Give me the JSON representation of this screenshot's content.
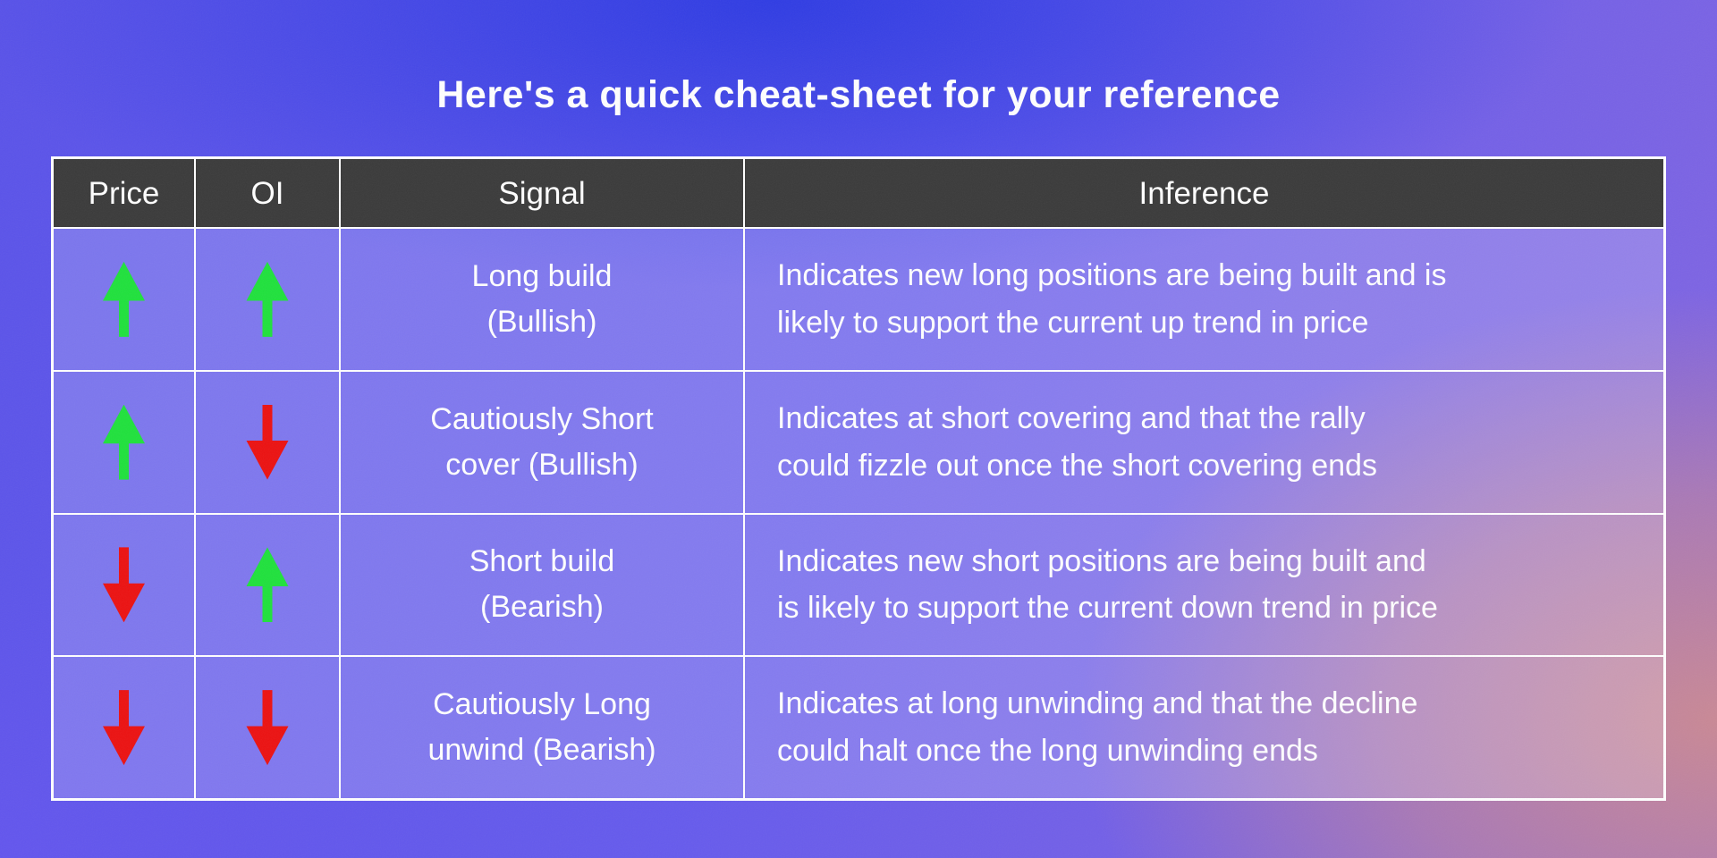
{
  "page": {
    "title": "Here's a quick cheat-sheet for your reference"
  },
  "colors": {
    "arrow_up": "#1fe13c",
    "arrow_down": "#ec1111",
    "header_bg": "#3a3a3a",
    "accent_blue": "#2c3ae3",
    "accent_rose": "#cd8a91",
    "base_purple": "#655aed"
  },
  "table": {
    "headers": [
      {
        "label": "Price"
      },
      {
        "label": "OI"
      },
      {
        "label": "Signal"
      },
      {
        "label": "Inference"
      }
    ],
    "rows": [
      {
        "price_direction": "up",
        "oi_direction": "up",
        "signal_lines": [
          "Long build",
          "(Bullish)"
        ],
        "inference_lines": [
          "Indicates new long positions are being built and is",
          "likely to support the current up trend in price"
        ]
      },
      {
        "price_direction": "up",
        "oi_direction": "down",
        "signal_lines": [
          "Cautiously Short",
          "cover (Bullish)"
        ],
        "inference_lines": [
          "Indicates at short covering and that the rally",
          "could fizzle out once the short covering ends"
        ]
      },
      {
        "price_direction": "down",
        "oi_direction": "up",
        "signal_lines": [
          "Short build",
          "(Bearish)"
        ],
        "inference_lines": [
          "Indicates new short positions are being built and",
          "is likely to support the current down trend in price"
        ]
      },
      {
        "price_direction": "down",
        "oi_direction": "down",
        "signal_lines": [
          "Cautiously Long",
          "unwind (Bearish)"
        ],
        "inference_lines": [
          "Indicates at long unwinding and that the decline",
          "could halt once the long unwinding ends"
        ]
      }
    ]
  },
  "chart_data": {
    "type": "table",
    "title": "Here's a quick cheat-sheet for your reference",
    "columns": [
      "Price",
      "OI",
      "Signal",
      "Inference"
    ],
    "rows": [
      [
        "up",
        "up",
        "Long build (Bullish)",
        "Indicates new long positions are being built and is likely to support the current up trend in price"
      ],
      [
        "up",
        "down",
        "Cautiously Short cover (Bullish)",
        "Indicates at short covering and that the rally could fizzle out once the short covering ends"
      ],
      [
        "down",
        "up",
        "Short build (Bearish)",
        "Indicates new short positions are being built and is likely to support the current down trend in price"
      ],
      [
        "down",
        "down",
        "Cautiously Long unwind (Bearish)",
        "Indicates at long unwinding and that the decline could halt once the long unwinding ends"
      ]
    ],
    "legend": "green up arrow = rising, red down arrow = falling"
  }
}
